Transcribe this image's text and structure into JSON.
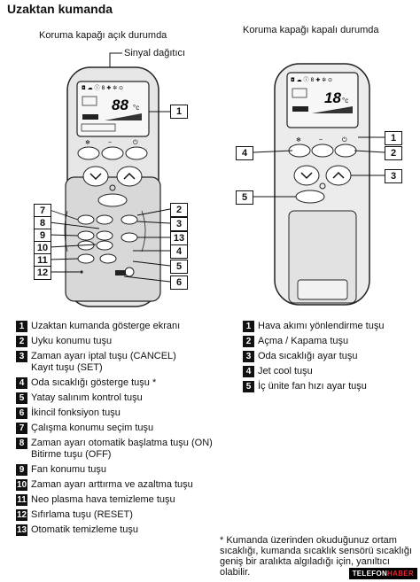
{
  "title": "Uzaktan kumanda",
  "left_caption": "Koruma kapağı açık durumda",
  "right_caption": "Koruma kapağı kapalı durumda",
  "signal_label": "Sinyal dağıtıcı",
  "left_display_temp": "88",
  "left_display_unit": "°c",
  "right_display_temp": "18",
  "right_display_unit": "°c",
  "left_markers": [
    "1",
    "2",
    "3",
    "4",
    "5",
    "6",
    "7",
    "8",
    "9",
    "10",
    "11",
    "12",
    "13"
  ],
  "right_markers": [
    "1",
    "2",
    "3",
    "4",
    "5"
  ],
  "left_legend": [
    {
      "num": "1",
      "text": "Uzaktan kumanda gösterge ekranı"
    },
    {
      "num": "2",
      "text": "Uyku konumu tuşu"
    },
    {
      "num": "3",
      "text": "Zaman ayarı iptal tuşu (CANCEL)\nKayıt tuşu (SET)"
    },
    {
      "num": "4",
      "text": "Oda sıcaklığı gösterge tuşu *"
    },
    {
      "num": "5",
      "text": "Yatay salınım kontrol tuşu"
    },
    {
      "num": "6",
      "text": "İkincil fonksiyon tuşu"
    },
    {
      "num": "7",
      "text": "Çalışma konumu seçim tuşu"
    },
    {
      "num": "8",
      "text": "Zaman ayarı otomatik başlatma tuşu (ON)\nBitirme tuşu (OFF)"
    },
    {
      "num": "9",
      "text": "Fan konumu tuşu"
    },
    {
      "num": "10",
      "text": "Zaman ayarı arttırma ve azaltma tuşu"
    },
    {
      "num": "11",
      "text": "Neo plasma hava temizleme tuşu"
    },
    {
      "num": "12",
      "text": "Sıfırlama tuşu (RESET)"
    },
    {
      "num": "13",
      "text": "Otomatik temizleme tuşu"
    }
  ],
  "right_legend": [
    {
      "num": "1",
      "text": "Hava akımı yönlendirme tuşu"
    },
    {
      "num": "2",
      "text": "Açma / Kapama tuşu"
    },
    {
      "num": "3",
      "text": "Oda sıcaklığı ayar tuşu"
    },
    {
      "num": "4",
      "text": "Jet cool tuşu"
    },
    {
      "num": "5",
      "text": "İç ünite fan hızı ayar tuşu"
    }
  ],
  "note": "* Kumanda üzerinden okuduğunuz ortam sıcaklığı, kumanda sıcaklık sensörü sıcaklığı geniş bir aralıkta algıladığı için, yanıltıcı olabilir.",
  "logo_left": "TELEFON",
  "logo_right": "HABER"
}
